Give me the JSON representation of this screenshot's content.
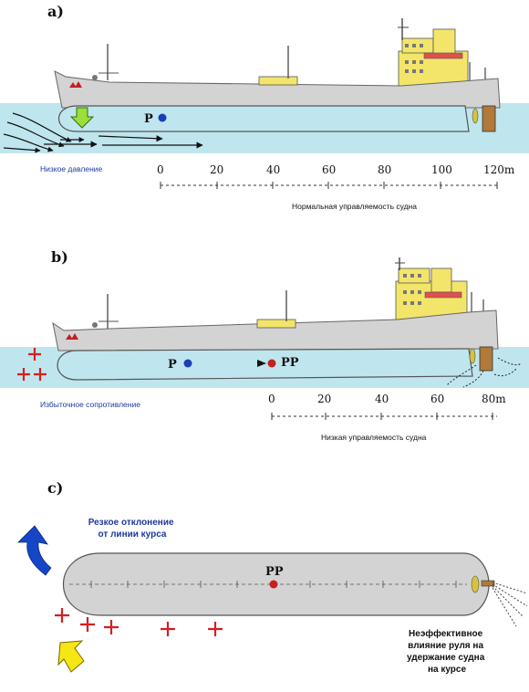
{
  "panels": {
    "a": {
      "label": "a)",
      "point_p": "P",
      "left_note": "Низкое давление",
      "scale_labels": [
        "0",
        "20",
        "40",
        "60",
        "80",
        "100",
        "120m"
      ],
      "caption": "Нормальная управляемость судна"
    },
    "b": {
      "label": "b)",
      "point_p": "P",
      "point_pp": "PP",
      "left_note": "Избыточное сопротивление",
      "scale_labels": [
        "0",
        "20",
        "40",
        "60",
        "80m"
      ],
      "caption": "Низкая управляемость судна"
    },
    "c": {
      "label": "c)",
      "point_pp": "PP",
      "deviation_note": [
        "Резкое отклонение",
        "от линии курса"
      ],
      "rudder_note": [
        "Неэффективное",
        "влияние руля на",
        "удержание судна",
        "на курсе"
      ]
    }
  },
  "colors": {
    "water": "#bfe6ee",
    "hull": "#d3d3d3",
    "superstructure": "#f3e56a",
    "pressure_plus": "#d42020",
    "flow_arrow_green": "#9adf3a",
    "deviation_arrow_blue": "#1646c8",
    "push_arrow_yellow": "#f5e615",
    "point_blue": "#1a3db8",
    "point_red": "#c62020",
    "note_text": "#1d3a9e"
  }
}
